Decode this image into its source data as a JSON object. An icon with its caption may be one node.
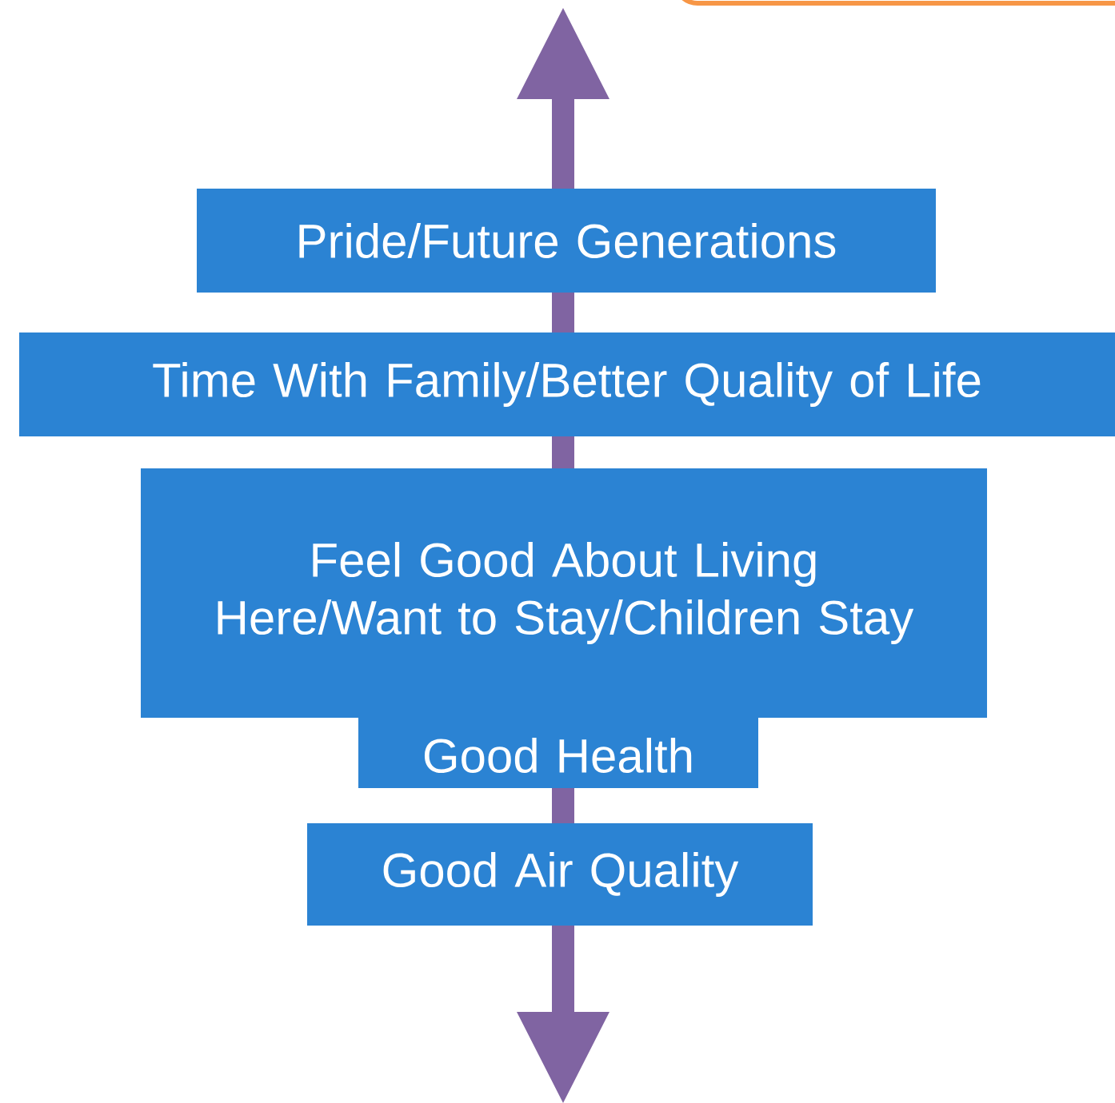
{
  "diagram": {
    "nodes": [
      {
        "text": [
          "Pride/Future Generations"
        ]
      },
      {
        "text": [
          "Time With Family/Better Quality of Life"
        ]
      },
      {
        "text": [
          "Feel Good About Living Here/Want to Stay/Children Stay"
        ]
      },
      {
        "text": [
          "Good Health"
        ]
      },
      {
        "text": [
          "Good Air Quality"
        ]
      }
    ]
  }
}
